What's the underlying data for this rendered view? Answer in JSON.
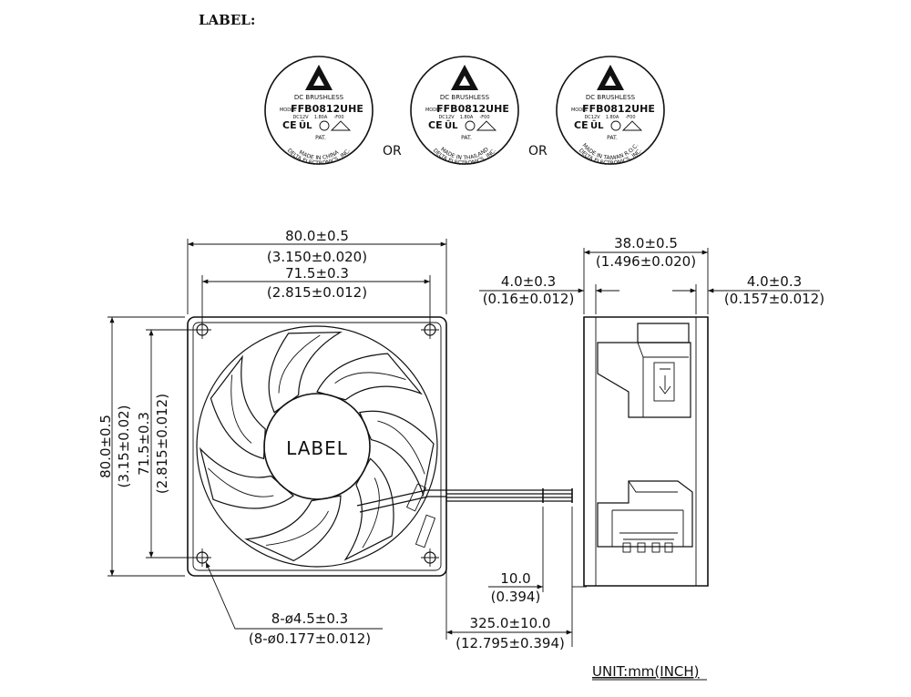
{
  "title": "LABEL:",
  "labels": [
    {
      "line1": "DC BRUSHLESS",
      "model_prefix": "MODEL",
      "model": "FFB0812UHE",
      "spec_voltage": "DC12V",
      "spec_current": "1.80A",
      "spec_code": "-F00",
      "pat": "PAT.",
      "maker": "DELTA ELECTRONICS, INC.",
      "origin": "MADE IN CHINA"
    },
    {
      "line1": "DC BRUSHLESS",
      "model_prefix": "MODEL",
      "model": "FFB0812UHE",
      "spec_voltage": "DC12V",
      "spec_current": "1.80A",
      "spec_code": "-F00",
      "pat": "PAT.",
      "maker": "DELTA ELECTRONICS, INC.",
      "origin": "MADE IN THAILAND"
    },
    {
      "line1": "DC BRUSHLESS",
      "model_prefix": "MODEL",
      "model": "FFB0812UHE",
      "spec_voltage": "DC12V",
      "spec_current": "1.80A",
      "spec_code": "-F00",
      "pat": "PAT.",
      "maker": "DELTA ELECTRONICS, INC.",
      "origin": "MADE IN TAIWAN R.O.C."
    }
  ],
  "or_text": "OR",
  "hub_label": "LABEL",
  "dims": {
    "width_outer": "80.0±0.5",
    "width_outer_inch": "(3.150±0.020)",
    "hole_pitch": "71.5±0.3",
    "hole_pitch_inch": "(2.815±0.012)",
    "height_outer": "80.0±0.5",
    "height_outer_inch": "(3.15±0.02)",
    "height_pitch": "71.5±0.3",
    "height_pitch_inch": "(2.815±0.012)",
    "depth": "38.0±0.5",
    "depth_inch": "(1.496±0.020)",
    "flange_left": "4.0±0.3",
    "flange_left_inch": "(0.16±0.012)",
    "flange_right": "4.0±0.3",
    "flange_right_inch": "(0.157±0.012)",
    "strip": "10.0",
    "strip_inch": "(0.394)",
    "lead": "325.0±10.0",
    "lead_inch": "(12.795±0.394)",
    "holes": "8-ø4.5±0.3",
    "holes_inch": "(8-ø0.177±0.012)"
  },
  "unit": "UNIT:mm(INCH)"
}
